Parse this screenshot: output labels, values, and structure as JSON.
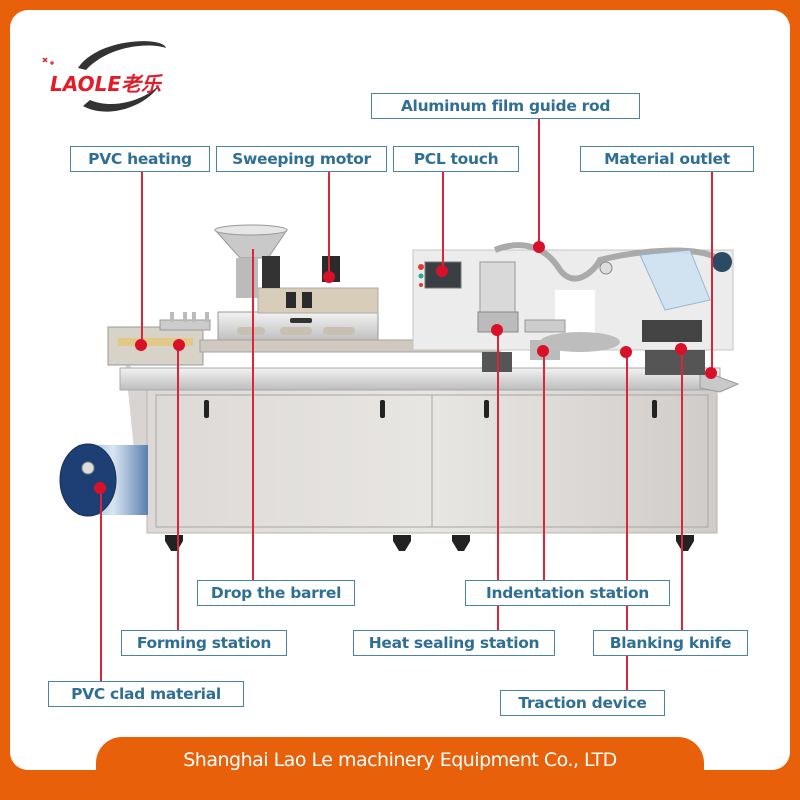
{
  "brand": {
    "logo_text": "LAOLE老乐",
    "accent_color": "#e8610a",
    "logo_red": "#e11d2a",
    "label_color": "#2f6f93",
    "label_border": "#4a83a8",
    "line_color": "#d9263b"
  },
  "callouts": [
    {
      "id": "aluminum-film-guide-rod",
      "label": "Aluminum film guide rod"
    },
    {
      "id": "pvc-heating",
      "label": "PVC heating"
    },
    {
      "id": "sweeping-motor",
      "label": "Sweeping motor"
    },
    {
      "id": "pcl-touch",
      "label": "PCL touch"
    },
    {
      "id": "material-outlet",
      "label": "Material outlet"
    },
    {
      "id": "drop-the-barrel",
      "label": "Drop the barrel"
    },
    {
      "id": "indentation-station",
      "label": "Indentation station"
    },
    {
      "id": "forming-station",
      "label": "Forming station"
    },
    {
      "id": "heat-sealing-station",
      "label": "Heat sealing station"
    },
    {
      "id": "blanking-knife",
      "label": "Blanking knife"
    },
    {
      "id": "pvc-clad-material",
      "label": "PVC clad material"
    },
    {
      "id": "traction-device",
      "label": "Traction device"
    }
  ],
  "footer": {
    "company": "Shanghai Lao Le machinery Equipment Co., LTD"
  }
}
